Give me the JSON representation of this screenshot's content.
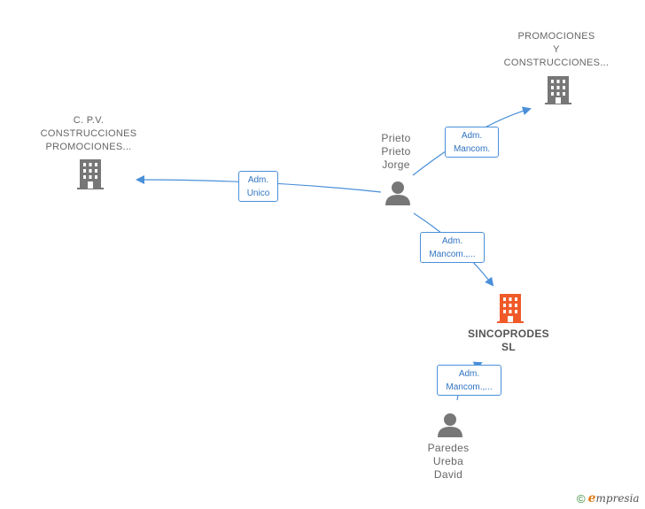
{
  "colors": {
    "edge": "#4a90d9",
    "company_gray": "#777777",
    "company_focus": "#f05a28",
    "person": "#777777"
  },
  "nodes": {
    "cpv": {
      "lines": [
        "C. P.V.",
        "CONSTRUCCIONES",
        "PROMOCIONES..."
      ],
      "icon": "building-icon"
    },
    "promociones": {
      "lines": [
        "PROMOCIONES",
        "Y",
        "CONSTRUCCIONES..."
      ],
      "icon": "building-icon"
    },
    "sincoprodes": {
      "lines": [
        "SINCOPRODES",
        "SL"
      ],
      "icon": "building-icon"
    },
    "prieto": {
      "lines": [
        "Prieto",
        "Prieto",
        "Jorge"
      ],
      "icon": "person-icon"
    },
    "paredes": {
      "lines": [
        "Paredes",
        "Ureba",
        "David"
      ],
      "icon": "person-icon"
    }
  },
  "edges": {
    "prieto_cpv": {
      "lines": [
        "Adm.",
        "Unico"
      ]
    },
    "prieto_promociones": {
      "lines": [
        "Adm.",
        "Mancom."
      ]
    },
    "prieto_sincoprodes": {
      "lines": [
        "Adm.",
        "Mancom.,..."
      ]
    },
    "paredes_sincoprodes": {
      "lines": [
        "Adm.",
        "Mancom.,..."
      ]
    }
  },
  "footer": {
    "symbol": "©",
    "brand_initial": "e",
    "brand_rest": "mpresia"
  }
}
